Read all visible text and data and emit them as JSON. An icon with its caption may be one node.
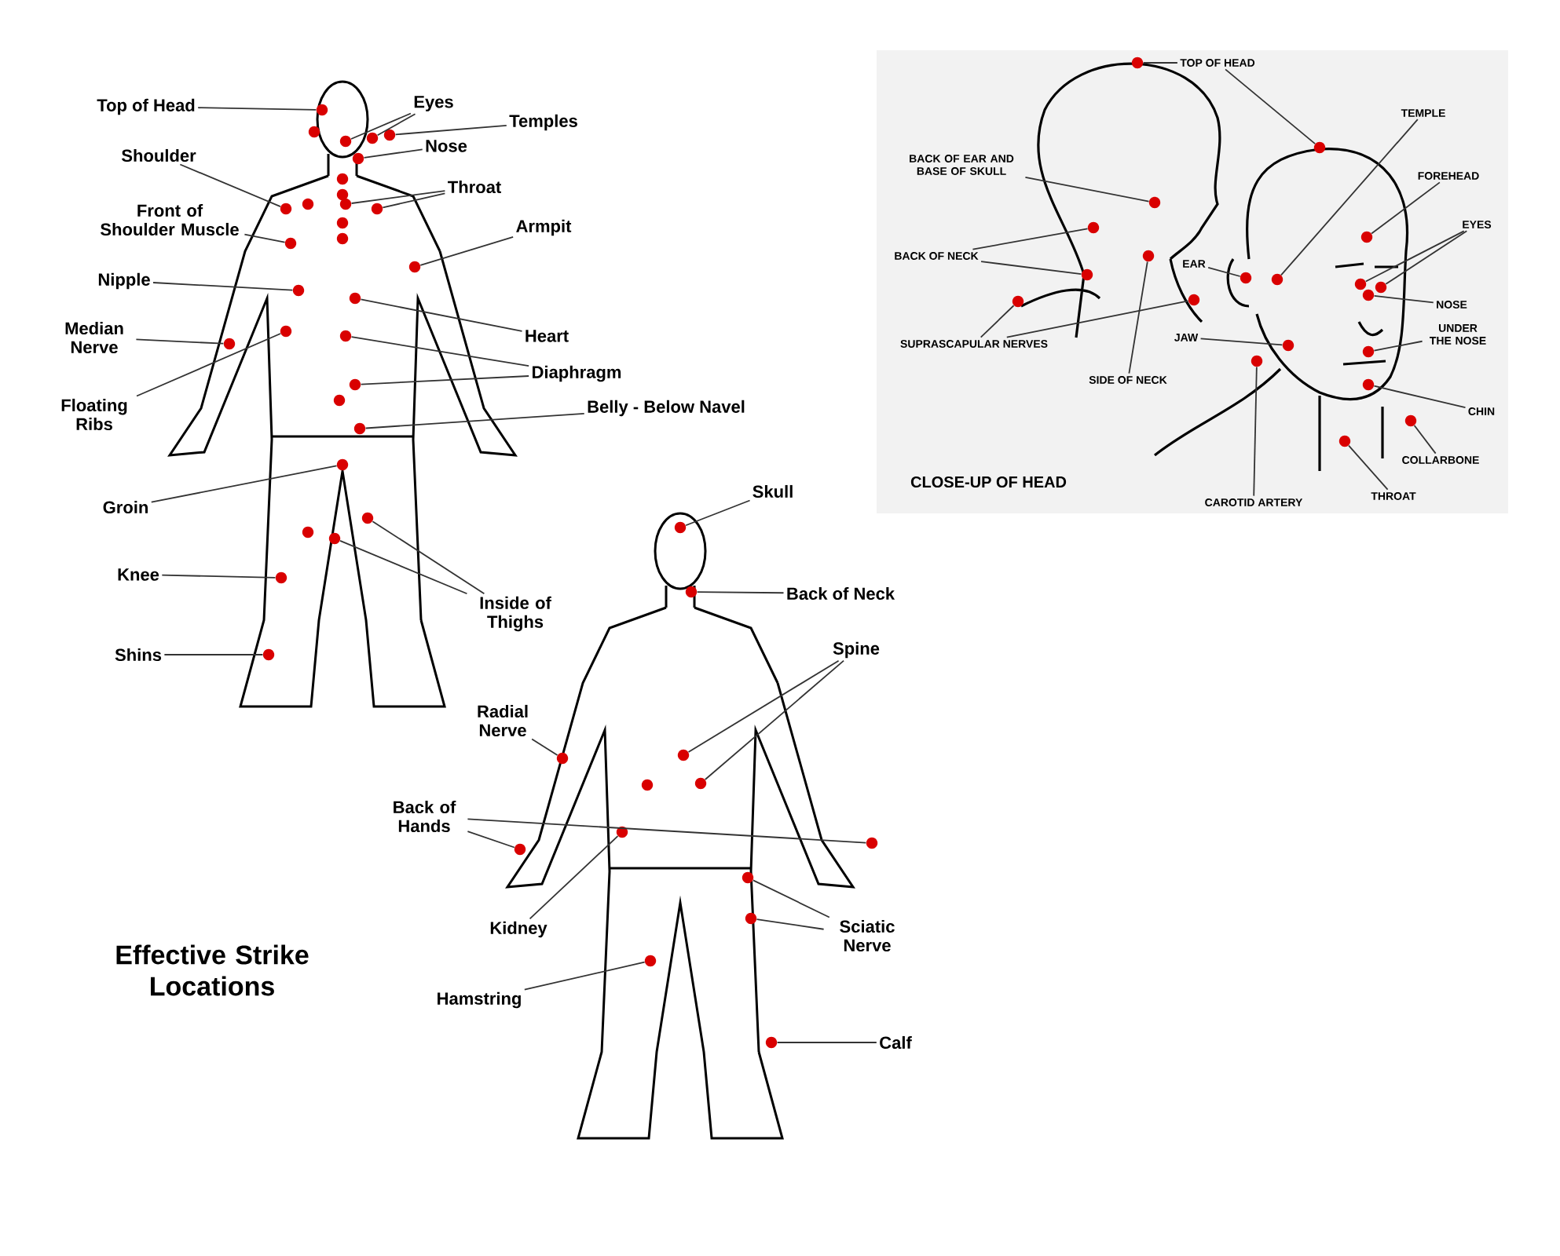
{
  "diagram": {
    "title": "Effective Strike Locations",
    "nodes": [
      {
        "text": [
          "Top of Head"
        ]
      },
      {
        "text": [
          "Eyes"
        ]
      },
      {
        "text": [
          "Temples"
        ]
      },
      {
        "text": [
          "Nose"
        ]
      },
      {
        "text": [
          "Shoulder"
        ]
      },
      {
        "text": [
          "Front of Shoulder Muscle"
        ]
      },
      {
        "text": [
          "Throat"
        ]
      },
      {
        "text": [
          "Armpit"
        ]
      },
      {
        "text": [
          "Nipple"
        ]
      },
      {
        "text": [
          "Median Nerve"
        ]
      },
      {
        "text": [
          "Heart"
        ]
      },
      {
        "text": [
          "Diaphragm"
        ]
      },
      {
        "text": [
          "Floating Ribs"
        ]
      },
      {
        "text": [
          "Belly - Below Navel"
        ]
      },
      {
        "text": [
          "Groin"
        ]
      },
      {
        "text": [
          "Knee"
        ]
      },
      {
        "text": [
          "Shins"
        ]
      },
      {
        "text": [
          "Inside of Thighs"
        ]
      },
      {
        "text": [
          "Skull"
        ]
      },
      {
        "text": [
          "Back of Neck"
        ]
      },
      {
        "text": [
          "Spine"
        ]
      },
      {
        "text": [
          "Radial Nerve"
        ]
      },
      {
        "text": [
          "Back of Hands"
        ]
      },
      {
        "text": [
          "Kidney"
        ]
      },
      {
        "text": [
          "Sciatic Nerve"
        ]
      },
      {
        "text": [
          "Hamstring"
        ]
      },
      {
        "text": [
          "Calf"
        ]
      },
      {
        "text": [
          "TOP OF HEAD"
        ]
      },
      {
        "text": [
          "TEMPLE"
        ]
      },
      {
        "text": [
          "BACK OF EAR AND BASE OF SKULL"
        ]
      },
      {
        "text": [
          "FOREHEAD"
        ]
      },
      {
        "text": [
          "EYES"
        ]
      },
      {
        "text": [
          "BACK OF NECK"
        ]
      },
      {
        "text": [
          "EAR"
        ]
      },
      {
        "text": [
          "NOSE"
        ]
      },
      {
        "text": [
          "UNDER THE NOSE"
        ]
      },
      {
        "text": [
          "SUPRASCAPULAR NERVES"
        ]
      },
      {
        "text": [
          "JAW"
        ]
      },
      {
        "text": [
          "SIDE OF NECK"
        ]
      },
      {
        "text": [
          "CHIN"
        ]
      },
      {
        "text": [
          "COLLARBONE"
        ]
      },
      {
        "text": [
          "CAROTID ARTERY"
        ]
      },
      {
        "text": [
          "THROAT"
        ]
      },
      {
        "text": [],
        "shape": "circle"
      },
      {
        "text": [],
        "shape": "circle"
      },
      {
        "text": [],
        "shape": "circle"
      },
      {
        "text": [],
        "shape": "circle"
      },
      {
        "text": [],
        "shape": "circle"
      },
      {
        "text": [],
        "shape": "circle"
      },
      {
        "text": [],
        "shape": "circle"
      },
      {
        "text": [],
        "shape": "circle"
      },
      {
        "text": [],
        "shape": "circle"
      },
      {
        "text": [],
        "shape": "circle"
      },
      {
        "text": [],
        "shape": "circle"
      },
      {
        "text": [],
        "shape": "circle"
      },
      {
        "text": [],
        "shape": "circle"
      },
      {
        "text": [],
        "shape": "circle"
      },
      {
        "text": [],
        "shape": "circle"
      },
      {
        "text": [],
        "shape": "circle"
      },
      {
        "text": [],
        "shape": "circle"
      },
      {
        "text": [],
        "shape": "circle"
      },
      {
        "text": [],
        "shape": "circle"
      },
      {
        "text": [],
        "shape": "circle"
      },
      {
        "text": [],
        "shape": "circle"
      },
      {
        "text": [],
        "shape": "circle"
      },
      {
        "text": [],
        "shape": "circle"
      },
      {
        "text": [],
        "shape": "circle"
      },
      {
        "text": [],
        "shape": "circle"
      },
      {
        "text": [],
        "shape": "circle"
      },
      {
        "text": [],
        "shape": "circle"
      },
      {
        "text": [],
        "shape": "circle"
      },
      {
        "text": [],
        "shape": "circle"
      },
      {
        "text": [],
        "shape": "circle"
      },
      {
        "text": [],
        "shape": "circle"
      },
      {
        "text": [],
        "shape": "circle"
      },
      {
        "text": [],
        "shape": "circle"
      },
      {
        "text": [],
        "shape": "circle"
      },
      {
        "text": [],
        "shape": "circle"
      },
      {
        "text": [],
        "shape": "circle"
      },
      {
        "text": [],
        "shape": "circle"
      },
      {
        "text": [],
        "shape": "circle"
      },
      {
        "text": [],
        "shape": "circle"
      },
      {
        "text": [],
        "shape": "circle"
      },
      {
        "text": [],
        "shape": "circle"
      },
      {
        "text": [],
        "shape": "circle"
      },
      {
        "text": [],
        "shape": "circle"
      },
      {
        "text": [],
        "shape": "circle"
      },
      {
        "text": [],
        "shape": "circle"
      },
      {
        "text": [],
        "shape": "circle"
      },
      {
        "text": [],
        "shape": "circle"
      },
      {
        "text": [],
        "shape": "circle"
      },
      {
        "text": [],
        "shape": "circle"
      },
      {
        "text": [],
        "shape": "circle"
      },
      {
        "text": [],
        "shape": "circle"
      },
      {
        "text": [],
        "shape": "circle"
      },
      {
        "text": [],
        "shape": "circle"
      },
      {
        "text": [],
        "shape": "circle"
      },
      {
        "text": [],
        "shape": "circle"
      },
      {
        "text": [],
        "shape": "circle"
      },
      {
        "text": [],
        "shape": "circle"
      },
      {
        "text": [],
        "shape": "circle"
      },
      {
        "text": [],
        "shape": "circle"
      },
      {
        "text": [],
        "shape": "circle"
      },
      {
        "text": [],
        "shape": "circle"
      },
      {
        "text": [],
        "shape": "circle"
      },
      {
        "text": [],
        "shape": "circle"
      }
    ],
    "edges": [
      {
        "from": 0,
        "to": 43,
        "arrow": "none"
      },
      {
        "from": 1,
        "to": 44,
        "arrow": "none"
      },
      {
        "from": 1,
        "to": 45,
        "arrow": "none"
      },
      {
        "from": 2,
        "to": 46,
        "arrow": "none"
      },
      {
        "from": 3,
        "to": 47,
        "arrow": "none"
      },
      {
        "from": 4,
        "to": 48,
        "arrow": "none"
      },
      {
        "from": 5,
        "to": 49,
        "arrow": "none"
      },
      {
        "from": 6,
        "to": 50,
        "arrow": "none"
      },
      {
        "from": 6,
        "to": 51,
        "arrow": "none"
      },
      {
        "from": 7,
        "to": 52,
        "arrow": "none"
      },
      {
        "from": 8,
        "to": 53,
        "arrow": "none"
      },
      {
        "from": 9,
        "to": 54,
        "arrow": "none"
      },
      {
        "from": 10,
        "to": 55,
        "arrow": "none"
      },
      {
        "from": 11,
        "to": 56,
        "arrow": "none"
      },
      {
        "from": 11,
        "to": 57,
        "arrow": "none"
      },
      {
        "from": 12,
        "to": 58,
        "arrow": "none"
      },
      {
        "from": 13,
        "to": 59,
        "arrow": "none"
      },
      {
        "from": 14,
        "to": 60,
        "arrow": "none"
      },
      {
        "from": 15,
        "to": 61,
        "arrow": "none"
      },
      {
        "from": 16,
        "to": 62,
        "arrow": "none"
      },
      {
        "from": 17,
        "to": 63,
        "arrow": "none"
      },
      {
        "from": 17,
        "to": 64,
        "arrow": "none"
      },
      {
        "from": 18,
        "to": 65,
        "arrow": "none"
      },
      {
        "from": 19,
        "to": 66,
        "arrow": "none"
      },
      {
        "from": 20,
        "to": 67,
        "arrow": "none"
      },
      {
        "from": 20,
        "to": 68,
        "arrow": "none"
      },
      {
        "from": 21,
        "to": 69,
        "arrow": "none"
      },
      {
        "from": 22,
        "to": 70,
        "arrow": "none"
      },
      {
        "from": 22,
        "to": 71,
        "arrow": "none"
      },
      {
        "from": 23,
        "to": 72,
        "arrow": "none"
      },
      {
        "from": 24,
        "to": 73,
        "arrow": "none"
      },
      {
        "from": 24,
        "to": 74,
        "arrow": "none"
      },
      {
        "from": 25,
        "to": 75,
        "arrow": "none"
      },
      {
        "from": 26,
        "to": 76,
        "arrow": "none"
      },
      {
        "from": 27,
        "to": 77,
        "arrow": "none"
      },
      {
        "from": 27,
        "to": 78,
        "arrow": "none"
      },
      {
        "from": 28,
        "to": 79,
        "arrow": "none"
      },
      {
        "from": 29,
        "to": 80,
        "arrow": "none"
      },
      {
        "from": 30,
        "to": 81,
        "arrow": "none"
      },
      {
        "from": 31,
        "to": 82,
        "arrow": "none"
      },
      {
        "from": 31,
        "to": 83,
        "arrow": "none"
      },
      {
        "from": 32,
        "to": 84,
        "arrow": "none"
      },
      {
        "from": 32,
        "to": 85,
        "arrow": "none"
      },
      {
        "from": 33,
        "to": 86,
        "arrow": "none"
      },
      {
        "from": 34,
        "to": 87,
        "arrow": "none"
      },
      {
        "from": 35,
        "to": 88,
        "arrow": "none"
      },
      {
        "from": 36,
        "to": 89,
        "arrow": "none"
      },
      {
        "from": 36,
        "to": 90,
        "arrow": "none"
      },
      {
        "from": 37,
        "to": 91,
        "arrow": "none"
      },
      {
        "from": 38,
        "to": 92,
        "arrow": "none"
      },
      {
        "from": 39,
        "to": 93,
        "arrow": "none"
      },
      {
        "from": 40,
        "to": 94,
        "arrow": "none"
      },
      {
        "from": 41,
        "to": 95,
        "arrow": "none"
      },
      {
        "from": 42,
        "to": 96,
        "arrow": "none"
      }
    ],
    "labels": [
      "CLOSE-UP OF HEAD"
    ]
  }
}
